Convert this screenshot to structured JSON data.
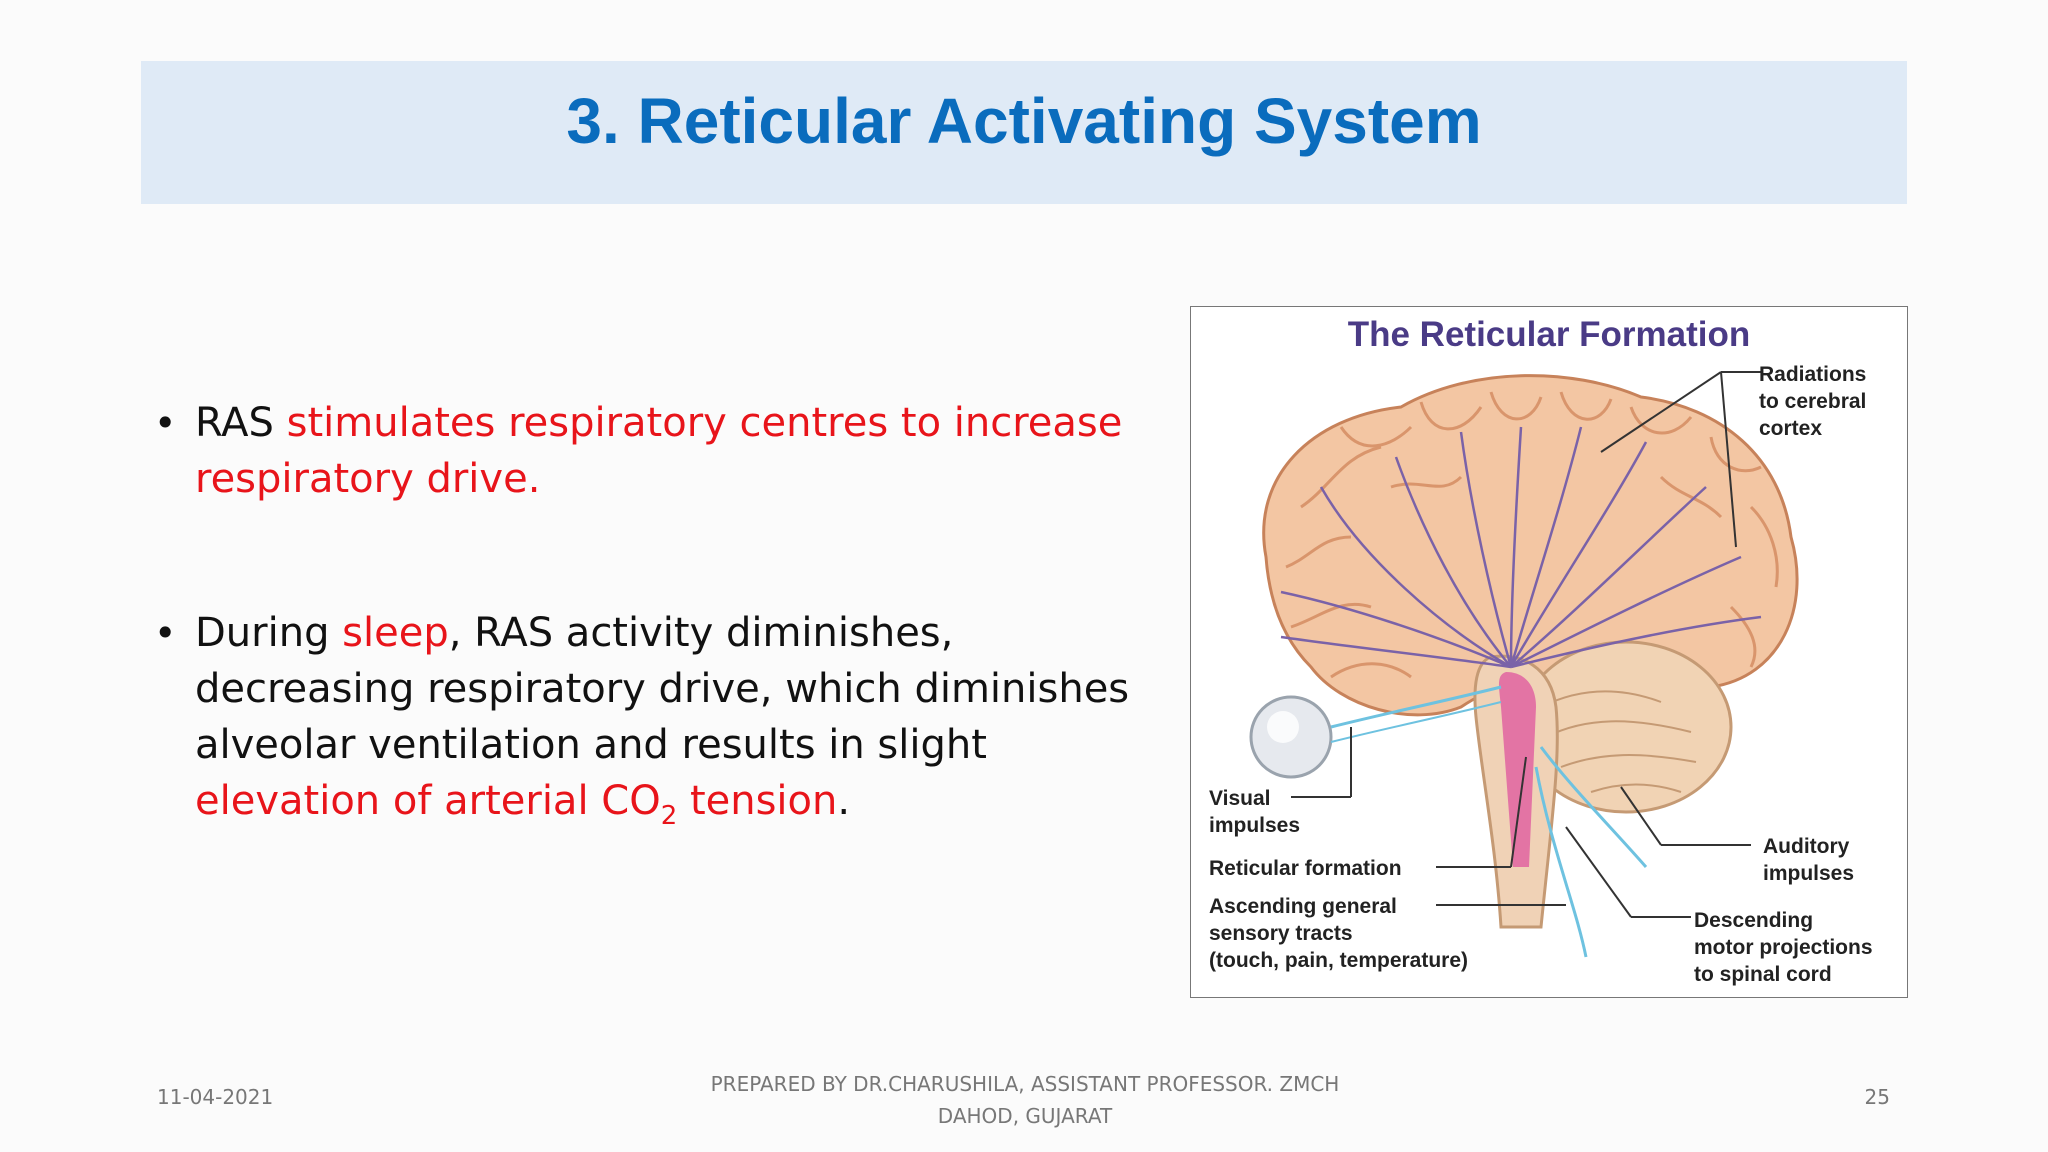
{
  "title": "3. Reticular Activating System",
  "bullets": [
    {
      "p1": "RAS ",
      "p1_red": "stimulates  respiratory centres to increase respiratory drive."
    },
    {
      "p1": "During ",
      "p1_red": "sleep",
      "p2": ", RAS activity diminishes, decreasing respiratory drive, which diminishes alveolar ventilation and results in slight ",
      "p2_red": "elevation of arterial CO",
      "sub": "2",
      "p3_red": " tension",
      "end": "."
    }
  ],
  "figure": {
    "title": "The Reticular Formation",
    "labels": {
      "radiations": "Radiations\nto cerebral\ncortex",
      "visual": "Visual\nimpulses",
      "reticular": "Reticular formation",
      "ascending": "Ascending general\nsensory tracts\n(touch, pain, temperature)",
      "auditory": "Auditory\nimpulses",
      "descending": "Descending\nmotor projections\nto spinal cord"
    },
    "colors": {
      "brain": "#f3c6a3",
      "gyri": "#d9956c",
      "pathway": "#7a62a8",
      "formation": "#e05ca0",
      "sensory": "#6ec2e0"
    }
  },
  "footer": {
    "date": "11-04-2021",
    "line1": "PREPARED BY DR.CHARUSHILA, ASSISTANT PROFESSOR. ZMCH",
    "line2": "DAHOD, GUJARAT",
    "page": "25"
  }
}
